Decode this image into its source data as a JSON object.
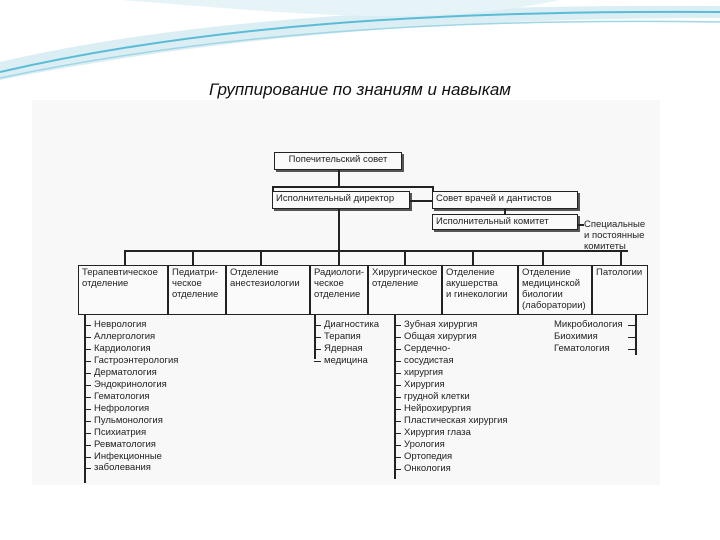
{
  "slide": {
    "title": "Группирование по знаниям и навыкам",
    "accent_color": "#5bbcd6"
  },
  "org": {
    "board": "Попечительский совет",
    "director": "Исполнительный директор",
    "doctors_council": "Совет врачей и дантистов",
    "exec_committee": "Исполнительный комитет",
    "committees_note": [
      "Специальные",
      "и постоянные",
      "комитеты"
    ],
    "departments": [
      [
        "Терапевтическое",
        "отделение"
      ],
      [
        "Педиатри-",
        "ческое",
        "отделение"
      ],
      [
        "Отделение",
        "анестезиологии"
      ],
      [
        "Радиологи-",
        "ческое",
        "отделение"
      ],
      [
        "Хирургическое",
        "отделение"
      ],
      [
        "Отделение",
        "акушерства",
        "и гинекологии"
      ],
      [
        "Отделение",
        "медицинской",
        "биологии",
        "(лаборатории)"
      ],
      [
        "Патологии"
      ]
    ],
    "therapy_subs": [
      "Неврология",
      "Аллергология",
      "Кардиология",
      "Гастроэнтерология",
      "Дерматология",
      "Эндокринология",
      "Гематология",
      "Нефрология",
      "Пульмонология",
      "Психиатрия",
      "Ревматология",
      "Инфекционные",
      "заболевания"
    ],
    "radiology_subs": [
      "Диагностика",
      "Терапия",
      "Ядерная",
      "медицина"
    ],
    "surgery_subs": [
      "Зубная хирургия",
      "Общая хирургия",
      "Сердечно-",
      "сосудистая",
      "хирургия",
      "Хирургия",
      "грудной клетки",
      "Нейрохирургия",
      "Пластическая хирургия",
      "Хирургия глаза",
      "Урология",
      "Ортопедия",
      "Онкология"
    ],
    "pathology_subs": [
      "Микробиология",
      "Биохимия",
      "Гематология"
    ]
  }
}
